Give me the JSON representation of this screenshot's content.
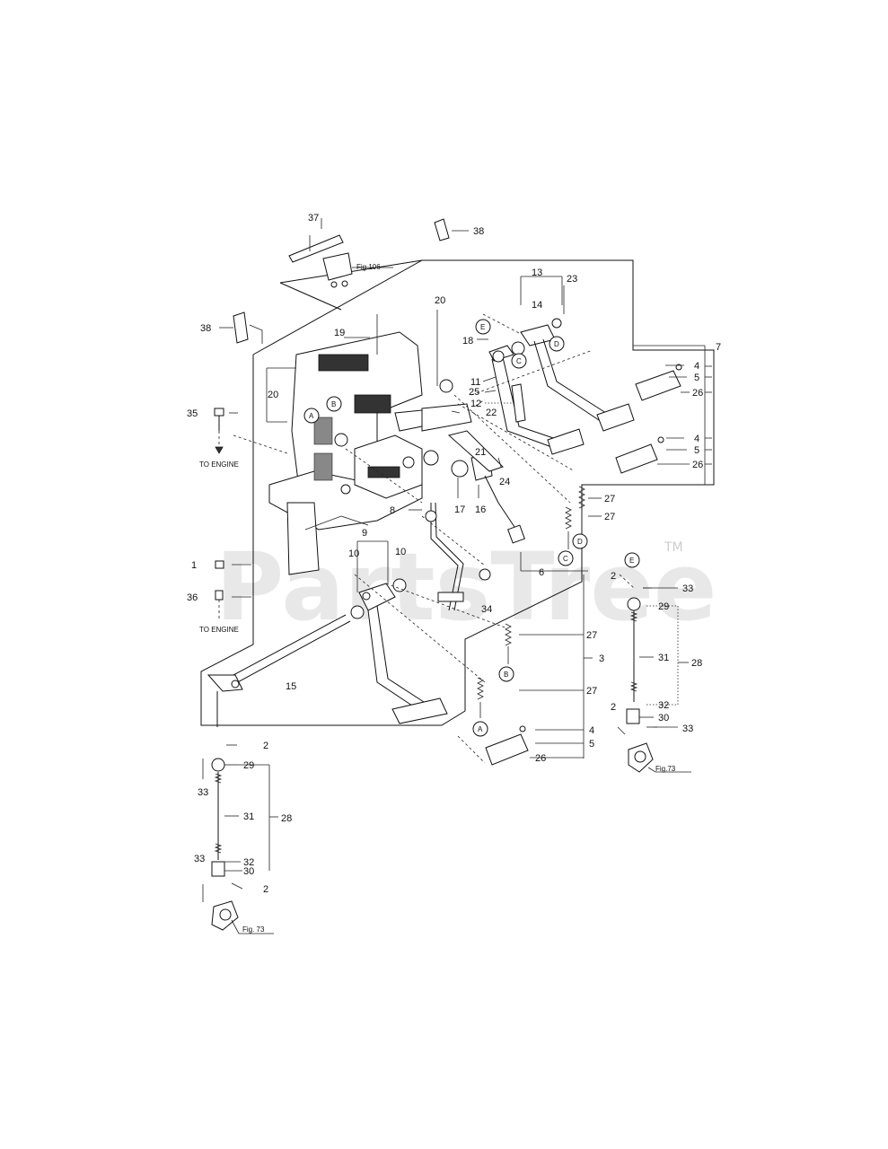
{
  "watermark": {
    "text": "PartsTree",
    "trademark": "TM"
  },
  "labels": {
    "fig106": "Fig.106",
    "fig73_right": "Fig.73",
    "fig73_left": "Fig. 73",
    "to_engine_1": "TO ENGINE",
    "to_engine_2": "TO ENGINE"
  },
  "callouts": {
    "c1": "1",
    "c2a": "2",
    "c2b": "2",
    "c2c": "2",
    "c2d": "2",
    "c3": "3",
    "c4a": "4",
    "c4b": "4",
    "c4c": "4",
    "c5a": "5",
    "c5b": "5",
    "c5c": "5",
    "c6": "6",
    "c7": "7",
    "c8": "8",
    "c9": "9",
    "c10a": "10",
    "c10b": "10",
    "c11": "11",
    "c12": "12",
    "c13": "13",
    "c14": "14",
    "c15": "15",
    "c16": "16",
    "c17": "17",
    "c18": "18",
    "c19": "19",
    "c20a": "20",
    "c20b": "20",
    "c21": "21",
    "c22": "22",
    "c23": "23",
    "c24": "24",
    "c25": "25",
    "c26a": "26",
    "c26b": "26",
    "c26c": "26",
    "c27a": "27",
    "c27b": "27",
    "c27c": "27",
    "c27d": "27",
    "c28a": "28",
    "c28b": "28",
    "c29a": "29",
    "c29b": "29",
    "c30a": "30",
    "c30b": "30",
    "c31a": "31",
    "c31b": "31",
    "c32a": "32",
    "c32b": "32",
    "c33a": "33",
    "c33b": "33",
    "c33c": "33",
    "c33d": "33",
    "c34": "34",
    "c35": "35",
    "c36": "36",
    "c37": "37",
    "c38a": "38",
    "c38b": "38"
  },
  "circle_refs": {
    "A1": "A",
    "A2": "A",
    "B1": "B",
    "B2": "B",
    "C1": "C",
    "C2": "C",
    "D1": "D",
    "D2": "D",
    "E1": "E",
    "E2": "E"
  }
}
